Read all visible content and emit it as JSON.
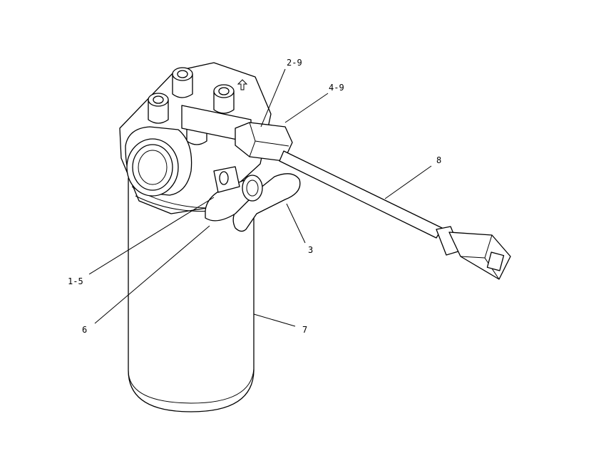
{
  "callouts": {
    "c29": "2-9",
    "c49": "4-9",
    "c8": "8",
    "c3": "3",
    "c15": "1-5",
    "c6": "6",
    "c7": "7"
  }
}
